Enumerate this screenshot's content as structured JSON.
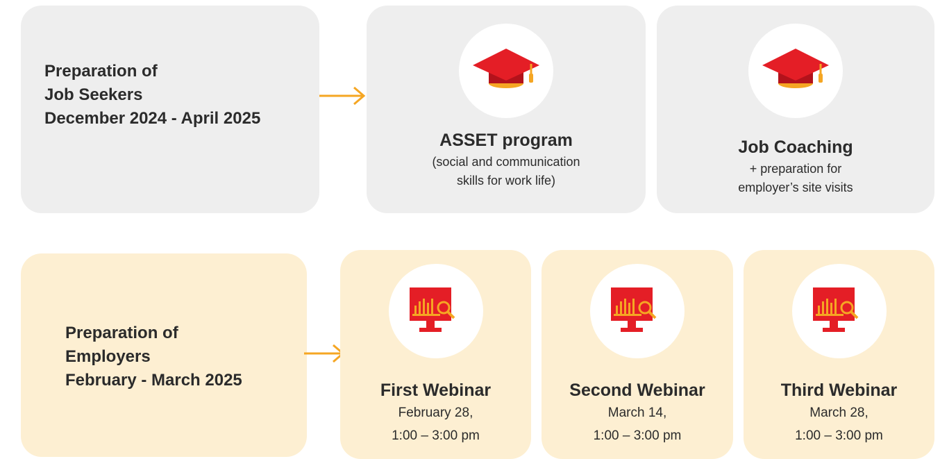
{
  "job_seekers": {
    "stage": {
      "line1": "Preparation of",
      "line2": "Job Seekers",
      "line3": "December 2024 - April 2025"
    },
    "cards": [
      {
        "icon": "graduation-cap-icon",
        "title": "ASSET program",
        "line1": "(social and communication",
        "line2": "skills for work life)"
      },
      {
        "icon": "graduation-cap-icon",
        "title": "Job Coaching",
        "line1": "+ preparation for",
        "line2": "employer’s site visits"
      }
    ]
  },
  "employers": {
    "stage": {
      "line1": "Preparation of",
      "line2": "Employers",
      "line3": "February - March 2025"
    },
    "cards": [
      {
        "icon": "webinar-monitor-icon",
        "title": "First Webinar",
        "line1": "February 28,",
        "line2": "1:00 – 3:00 pm"
      },
      {
        "icon": "webinar-monitor-icon",
        "title": "Second Webinar",
        "line1": "March 14,",
        "line2": "1:00 – 3:00 pm"
      },
      {
        "icon": "webinar-monitor-icon",
        "title": "Third Webinar",
        "line1": "March 28,",
        "line2": "1:00 – 3:00 pm"
      }
    ]
  },
  "colors": {
    "grey_box": "#eeeeee",
    "cream_box": "#fdefd2",
    "arrow": "#f5a623",
    "icon_red": "#e41e26",
    "icon_yellow": "#f5a623",
    "text": "#2b2b2b"
  }
}
